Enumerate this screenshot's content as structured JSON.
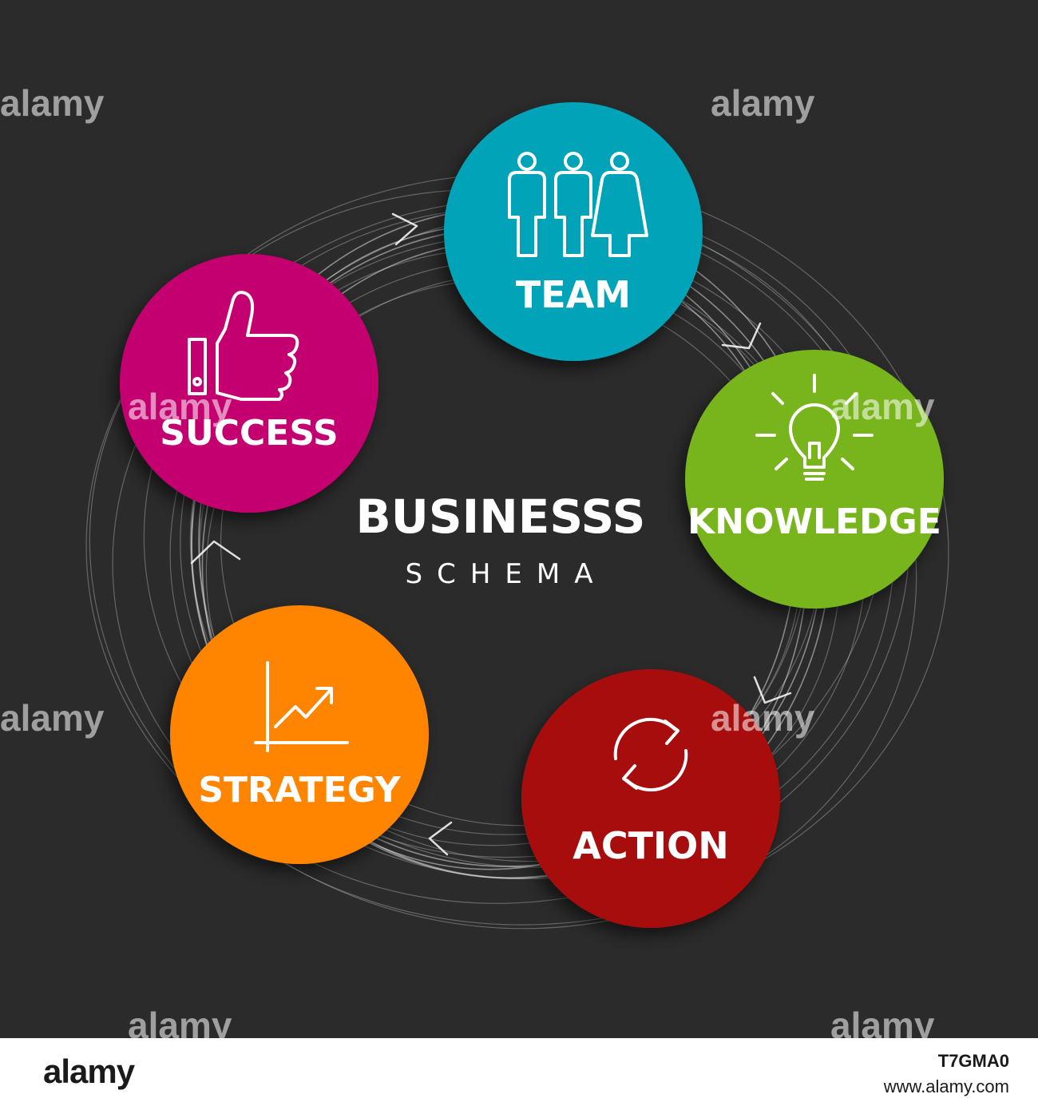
{
  "title": "BUSINESSS",
  "subtitle": "SCHEMA",
  "nodes": [
    {
      "label": "TEAM",
      "color": "#00a3b8",
      "icon": "people-icon"
    },
    {
      "label": "KNOWLEDGE",
      "color": "#78b51c",
      "icon": "lightbulb-icon"
    },
    {
      "label": "ACTION",
      "color": "#a70f0a",
      "icon": "refresh-icon"
    },
    {
      "label": "STRATEGY",
      "color": "#ff8400",
      "icon": "growth-chart-icon"
    },
    {
      "label": "SUCCESS",
      "color": "#c4056f",
      "icon": "thumbs-up-icon"
    }
  ],
  "watermark": {
    "text": "alamy"
  },
  "footer": {
    "logo": "alamy",
    "image_id": "T7GMA0",
    "url": "www.alamy.com"
  }
}
